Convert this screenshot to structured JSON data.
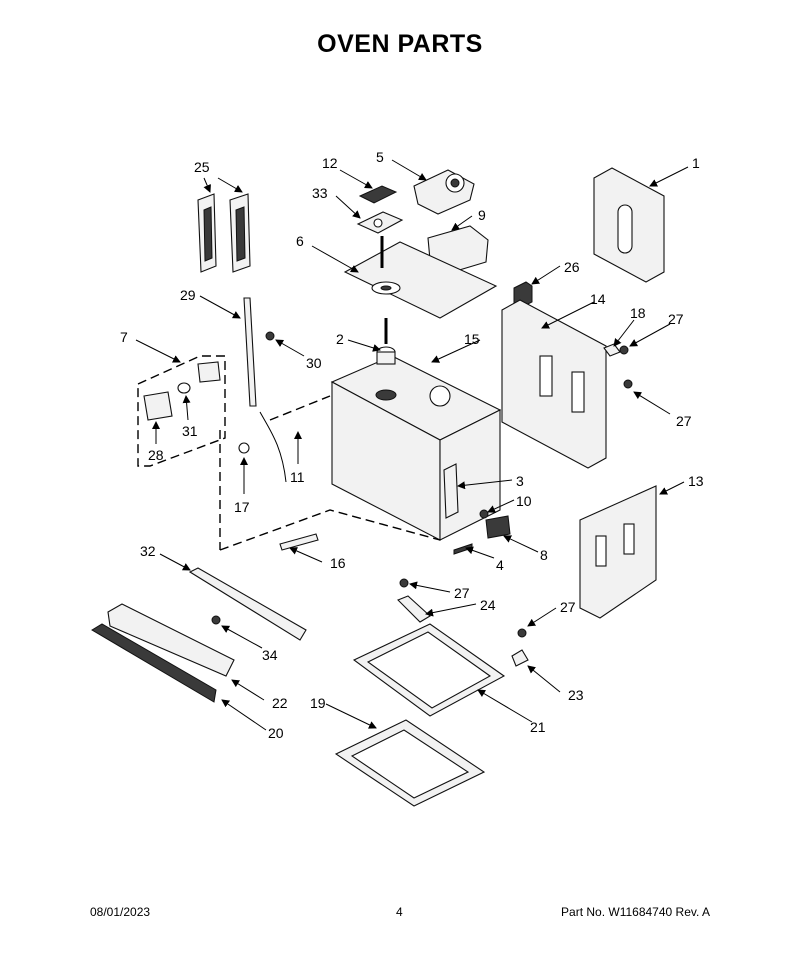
{
  "title": "OVEN PARTS",
  "footer": {
    "date": "08/01/2023",
    "page": "4",
    "part_no": "Part No.  W11684740   Rev.  A"
  },
  "callouts": [
    {
      "id": "c1",
      "label": "1"
    },
    {
      "id": "c2",
      "label": "2"
    },
    {
      "id": "c3",
      "label": "3"
    },
    {
      "id": "c4",
      "label": "4"
    },
    {
      "id": "c5",
      "label": "5"
    },
    {
      "id": "c6",
      "label": "6"
    },
    {
      "id": "c7",
      "label": "7"
    },
    {
      "id": "c8",
      "label": "8"
    },
    {
      "id": "c9",
      "label": "9"
    },
    {
      "id": "c10",
      "label": "10"
    },
    {
      "id": "c11",
      "label": "11"
    },
    {
      "id": "c12",
      "label": "12"
    },
    {
      "id": "c13",
      "label": "13"
    },
    {
      "id": "c14",
      "label": "14"
    },
    {
      "id": "c15",
      "label": "15"
    },
    {
      "id": "c16",
      "label": "16"
    },
    {
      "id": "c17",
      "label": "17"
    },
    {
      "id": "c18",
      "label": "18"
    },
    {
      "id": "c19",
      "label": "19"
    },
    {
      "id": "c20",
      "label": "20"
    },
    {
      "id": "c21",
      "label": "21"
    },
    {
      "id": "c22",
      "label": "22"
    },
    {
      "id": "c23",
      "label": "23"
    },
    {
      "id": "c24",
      "label": "24"
    },
    {
      "id": "c25",
      "label": "25"
    },
    {
      "id": "c26",
      "label": "26"
    },
    {
      "id": "c27a",
      "label": "27"
    },
    {
      "id": "c27b",
      "label": "27"
    },
    {
      "id": "c27c",
      "label": "27"
    },
    {
      "id": "c27d",
      "label": "27"
    },
    {
      "id": "c28",
      "label": "28"
    },
    {
      "id": "c29",
      "label": "29"
    },
    {
      "id": "c30",
      "label": "30"
    },
    {
      "id": "c31",
      "label": "31"
    },
    {
      "id": "c32",
      "label": "32"
    },
    {
      "id": "c33",
      "label": "33"
    },
    {
      "id": "c34",
      "label": "34"
    }
  ]
}
